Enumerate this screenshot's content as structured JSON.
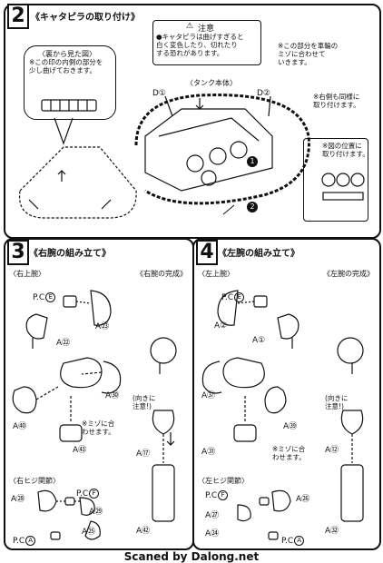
{
  "step2": {
    "number": "2",
    "title": "《キャタピラの取り付け》",
    "caution_title": "注意",
    "caution_text": "●キャタピラは曲げすぎると\n白く変色したり、切れたり\nする恐れがあります。",
    "view_from_back": "〈裏から見た図〉",
    "view_from_back_note": "※この印の内側の部分を\n少し曲げておきます。",
    "tank_body": "〈タンク本体〉",
    "part_d1": "D①",
    "part_d2": "D②",
    "groove_note": "※この部分を車輪の\nミゾに合わせて\nいきます。",
    "right_side_note": "※右側も同様に\n取り付けます。",
    "position_note": "※図の位置に\n取り付けます。",
    "seq_1": "1",
    "seq_2": "2"
  },
  "step3": {
    "number": "3",
    "title": "《右腕の組み立て》",
    "upper_arm": "〈右上腕〉",
    "complete": "《右腕の完成》",
    "pc": "P.C",
    "pc_e": "E",
    "part_a23": "A㉓",
    "part_a22": "A㉒",
    "part_a30": "A㉚",
    "part_a40": "A㊵",
    "part_a43": "A㊸",
    "part_a17": "A⑰",
    "part_a42": "A㊷",
    "groove_note": "※ミゾに合\nわせます。",
    "direction_note": "(向きに\n注意!)",
    "elbow_joint": "〈右ヒジ関節〉",
    "part_a28": "A㉘",
    "pc_f": "F",
    "part_a29": "A㉙",
    "part_a25": "A㉕",
    "pc_a_label": "P.C",
    "pc_a": "A"
  },
  "step4": {
    "number": "4",
    "title": "《左腕の組み立て》",
    "upper_arm": "〈左上腕〉",
    "complete": "《左腕の完成》",
    "pc": "P.C",
    "pc_e": "E",
    "part_a2": "A②",
    "part_a1": "A①",
    "part_a37": "A㊲",
    "part_a39": "A㊴",
    "part_a31": "A㉛",
    "part_a12": "A⑫",
    "part_a32": "A㉜",
    "groove_note": "※ミゾに合\nわせます。",
    "direction_note": "(向きに\n注意!)",
    "elbow_joint": "〈左ヒジ関節〉",
    "part_a26": "A㉖",
    "pc_f": "F",
    "part_a27": "A㉗",
    "part_a24": "A㉔",
    "pc_a_label": "P.C",
    "pc_a": "A"
  },
  "footer": "Scaned by Dalong.net"
}
